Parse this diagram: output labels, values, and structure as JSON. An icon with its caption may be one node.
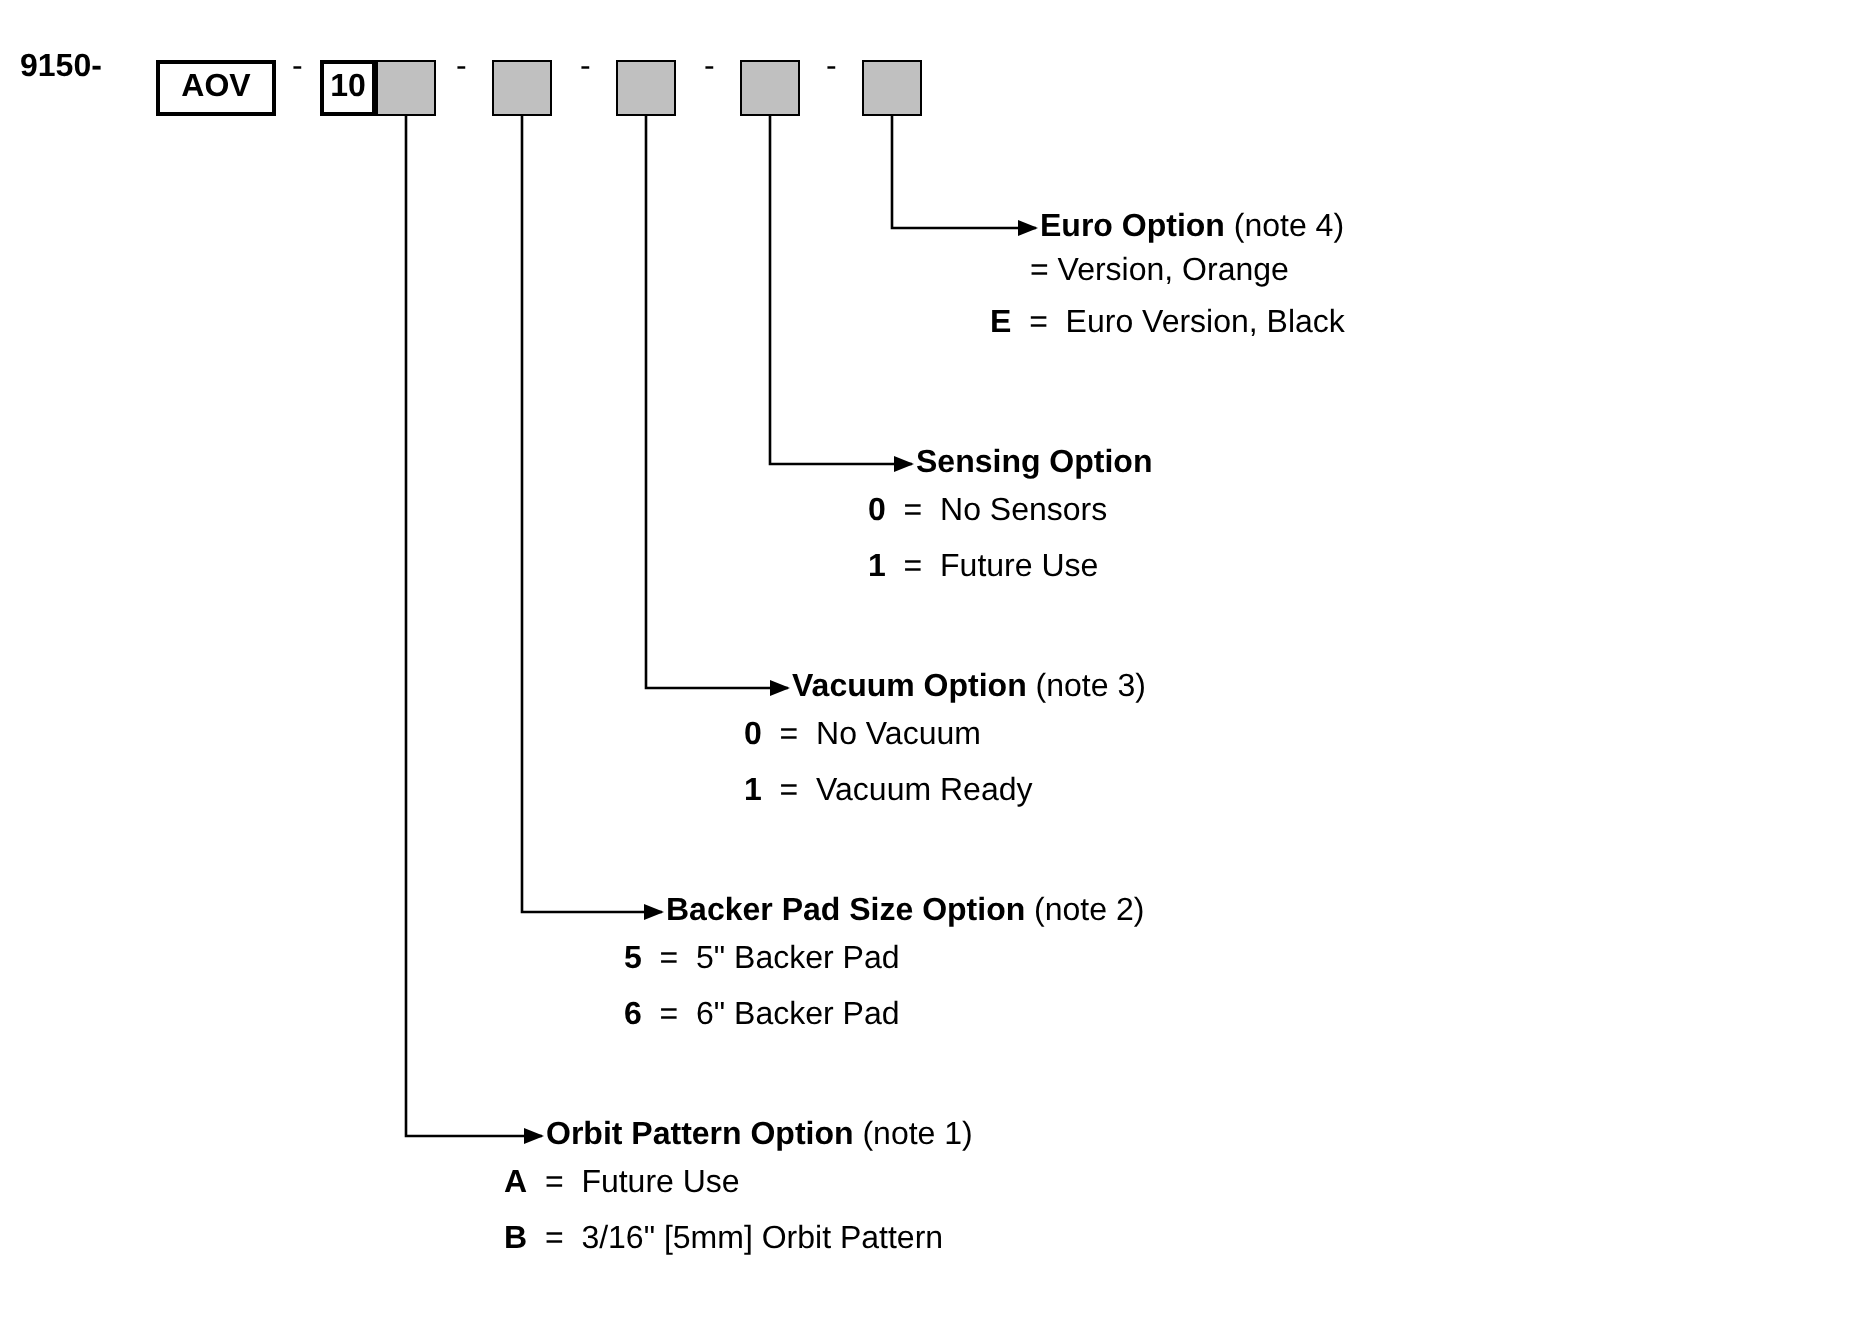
{
  "diagram": {
    "nodes": [
      {
        "text": [
          "AOV"
        ]
      },
      {
        "text": [
          "10"
        ]
      },
      {
        "text": [],
        "shape": "box"
      },
      {
        "text": [],
        "shape": "box"
      },
      {
        "text": [],
        "shape": "box"
      },
      {
        "text": [],
        "shape": "box"
      },
      {
        "text": [],
        "shape": "box"
      },
      {
        "text": [
          "**Euro Option** (note 4)"
        ]
      },
      {
        "text": [
          "**Sensing Option**"
        ]
      },
      {
        "text": [
          "**Vacuum Option** (note 3)"
        ]
      },
      {
        "text": [
          "**Backer Pad Size Option** (note 2)"
        ]
      },
      {
        "text": [
          "**Orbit Pattern Option** (note 1)"
        ]
      }
    ],
    "edges": [
      {
        "from": 6,
        "to": 7,
        "arrow": "to"
      },
      {
        "from": 5,
        "to": 8,
        "arrow": "to"
      },
      {
        "from": 4,
        "to": 9,
        "arrow": "to"
      },
      {
        "from": 3,
        "to": 10,
        "arrow": "to"
      },
      {
        "from": 2,
        "to": 11,
        "arrow": "to"
      }
    ],
    "labels": [
      "9150-",
      "-",
      "-",
      "-",
      "-",
      "-",
      "= Version, Orange",
      "**E** = Euro Version, Black",
      "**0** = No Sensors",
      "**1** = Future Use",
      "**0** = No Vacuum",
      "**1** = Vacuum Ready",
      "**5** = 5\" Backer Pad",
      "**6** = 6\" Backer Pad",
      "**A** = Future Use",
      "**B** = 3/16\" [5mm] Orbit Pattern"
    ]
  }
}
